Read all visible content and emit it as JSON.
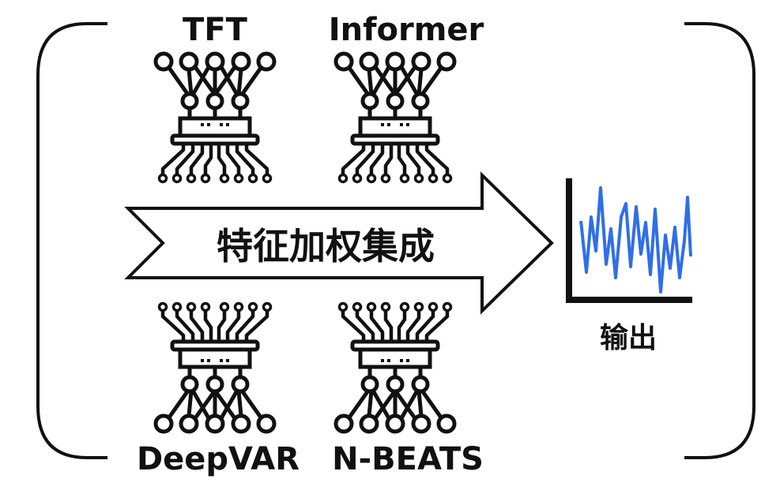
{
  "models": [
    {
      "id": "tft",
      "label": "TFT"
    },
    {
      "id": "informer",
      "label": "Informer"
    },
    {
      "id": "deepvar",
      "label": "DeepVAR"
    },
    {
      "id": "nbeats",
      "label": "N-BEATS"
    }
  ],
  "center_label": "特征加权集成",
  "output_label": "输出",
  "colors": {
    "stroke": "#111111",
    "series": "#2f6fe8"
  },
  "icons": {
    "model": "neural-chip-icon",
    "output": "line-chart-icon"
  }
}
